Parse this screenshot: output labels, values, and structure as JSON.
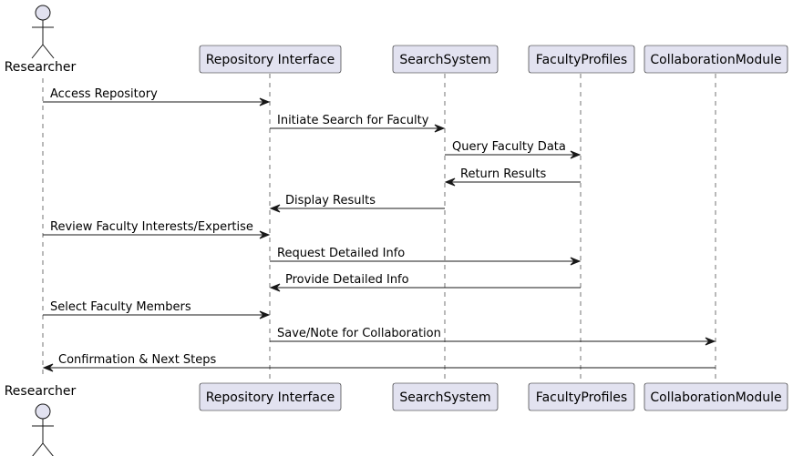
{
  "participants": [
    {
      "id": "researcher",
      "label": "Researcher",
      "kind": "actor"
    },
    {
      "id": "repo",
      "label": "Repository Interface",
      "kind": "participant"
    },
    {
      "id": "search",
      "label": "SearchSystem",
      "kind": "participant"
    },
    {
      "id": "faculty",
      "label": "FacultyProfiles",
      "kind": "participant"
    },
    {
      "id": "collab",
      "label": "CollaborationModule",
      "kind": "participant"
    }
  ],
  "messages": [
    {
      "from": "researcher",
      "to": "repo",
      "label": "Access Repository"
    },
    {
      "from": "repo",
      "to": "search",
      "label": "Initiate Search for Faculty"
    },
    {
      "from": "search",
      "to": "faculty",
      "label": "Query Faculty Data"
    },
    {
      "from": "faculty",
      "to": "search",
      "label": "Return Results"
    },
    {
      "from": "search",
      "to": "repo",
      "label": "Display Results"
    },
    {
      "from": "researcher",
      "to": "repo",
      "label": "Review Faculty Interests/Expertise"
    },
    {
      "from": "repo",
      "to": "faculty",
      "label": "Request Detailed Info"
    },
    {
      "from": "faculty",
      "to": "repo",
      "label": "Provide Detailed Info"
    },
    {
      "from": "researcher",
      "to": "repo",
      "label": "Select Faculty Members"
    },
    {
      "from": "repo",
      "to": "collab",
      "label": "Save/Note for Collaboration"
    },
    {
      "from": "collab",
      "to": "researcher",
      "label": "Confirmation & Next Steps"
    }
  ]
}
